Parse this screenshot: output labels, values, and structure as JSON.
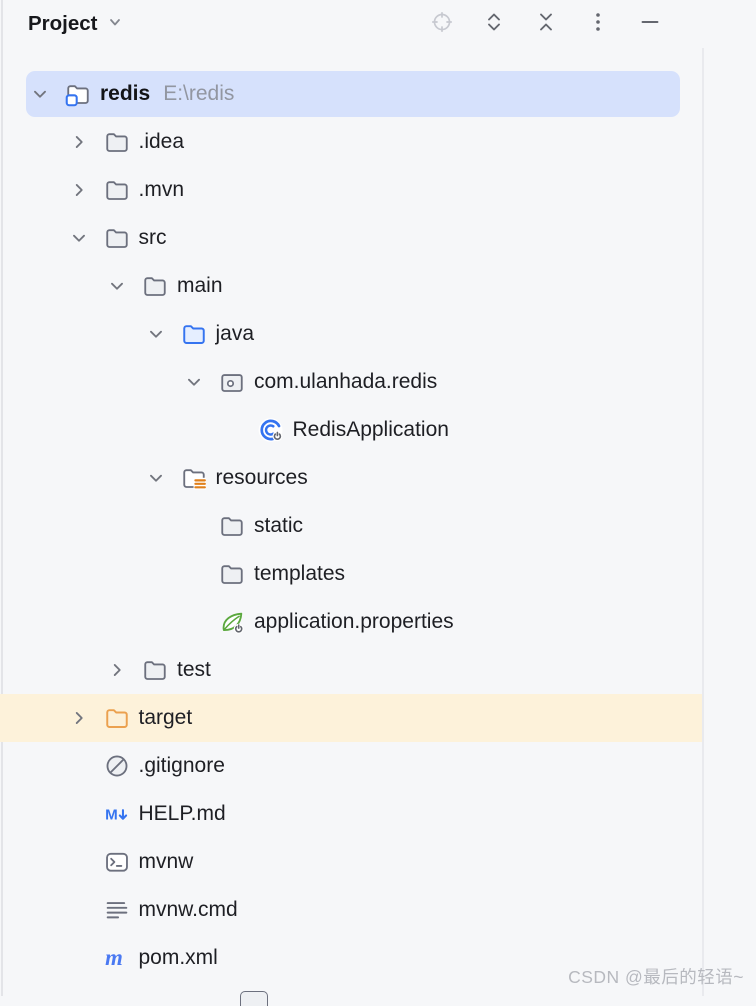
{
  "header": {
    "title": "Project",
    "title_chevron": "chevron-down-icon"
  },
  "toolbar": {
    "buttons": [
      {
        "name": "select-opened-file",
        "icon": "locate-target-icon",
        "enabled": false
      },
      {
        "name": "expand-all",
        "icon": "expand-all-icon",
        "enabled": true
      },
      {
        "name": "collapse-all",
        "icon": "collapse-all-icon",
        "enabled": true
      },
      {
        "name": "more-options",
        "icon": "kebab-menu-icon",
        "enabled": true
      },
      {
        "name": "hide-panel",
        "icon": "minimize-icon",
        "enabled": true
      }
    ]
  },
  "tree": {
    "rows": [
      {
        "label": "redis",
        "path_suffix": "E:\\redis",
        "level": 0,
        "chevron": "down",
        "icon": "project-folder",
        "state": "selected",
        "bold": true
      },
      {
        "label": ".idea",
        "level": 1,
        "chevron": "right",
        "icon": "folder"
      },
      {
        "label": ".mvn",
        "level": 1,
        "chevron": "right",
        "icon": "folder"
      },
      {
        "label": "src",
        "level": 1,
        "chevron": "down",
        "icon": "folder"
      },
      {
        "label": "main",
        "level": 2,
        "chevron": "down",
        "icon": "folder"
      },
      {
        "label": "java",
        "level": 3,
        "chevron": "down",
        "icon": "sources-folder"
      },
      {
        "label": "com.ulanhada.redis",
        "level": 4,
        "chevron": "down",
        "icon": "package"
      },
      {
        "label": "RedisApplication",
        "level": 5,
        "chevron": "none",
        "icon": "spring-boot-class"
      },
      {
        "label": "resources",
        "level": 3,
        "chevron": "down",
        "icon": "resources-folder"
      },
      {
        "label": "static",
        "level": 4,
        "chevron": "none",
        "icon": "folder"
      },
      {
        "label": "templates",
        "level": 4,
        "chevron": "none",
        "icon": "folder"
      },
      {
        "label": "application.properties",
        "level": 4,
        "chevron": "none",
        "icon": "spring-config"
      },
      {
        "label": "test",
        "level": 2,
        "chevron": "right",
        "icon": "folder"
      },
      {
        "label": "target",
        "level": 1,
        "chevron": "right",
        "icon": "excluded-folder",
        "state": "hover"
      },
      {
        "label": ".gitignore",
        "level": 1,
        "chevron": "none",
        "icon": "ignored-file"
      },
      {
        "label": "HELP.md",
        "level": 1,
        "chevron": "none",
        "icon": "markdown-file"
      },
      {
        "label": "mvnw",
        "level": 1,
        "chevron": "none",
        "icon": "terminal-file"
      },
      {
        "label": "mvnw.cmd",
        "level": 1,
        "chevron": "none",
        "icon": "text-file"
      },
      {
        "label": "pom.xml",
        "level": 1,
        "chevron": "none",
        "icon": "maven-file"
      }
    ]
  },
  "watermark": "CSDN @最后的轻语~",
  "colors": {
    "selection_bg": "#d6e1fc",
    "hover_bg": "#fdf2da",
    "accent_blue": "#3574f0",
    "folder_gray": "#6c707e",
    "excluded_orange": "#eba14f",
    "resources_orange": "#e0801b",
    "spring_green": "#5ba83e",
    "maven_blue": "#4a79f2",
    "panel_bg": "#f6f7f9"
  }
}
